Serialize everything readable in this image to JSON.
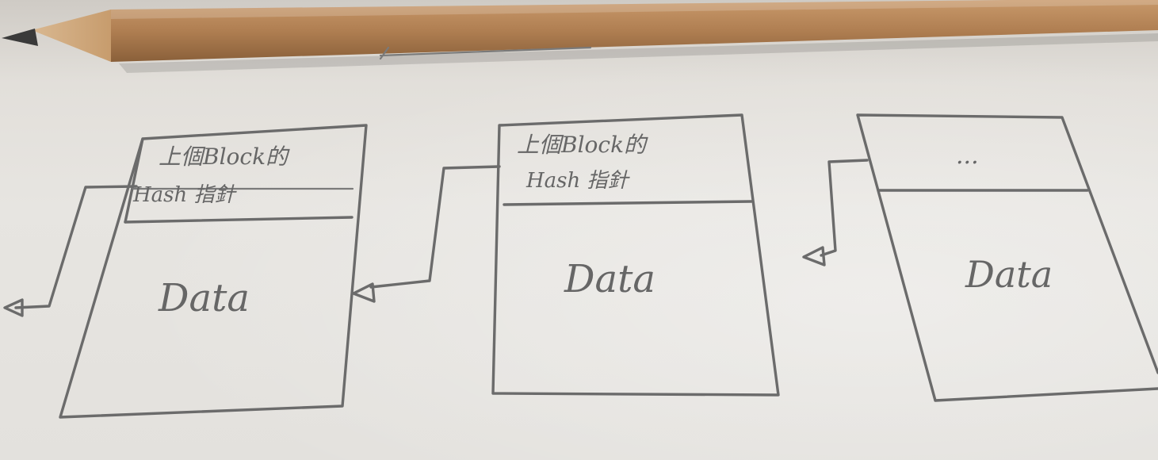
{
  "blocks": [
    {
      "header_line1": "上個Block的",
      "header_line2": "Hash 指針",
      "body": "Data"
    },
    {
      "header_line1": "上個Block的",
      "header_line2": "Hash 指針",
      "body": "Data"
    },
    {
      "header_line1": "...",
      "header_line2": "",
      "body": "Data"
    }
  ],
  "colors": {
    "pencil_graphite": "#6b6b6b",
    "paper": "#e7e5e1",
    "pencil_wood": "#b4855a"
  }
}
